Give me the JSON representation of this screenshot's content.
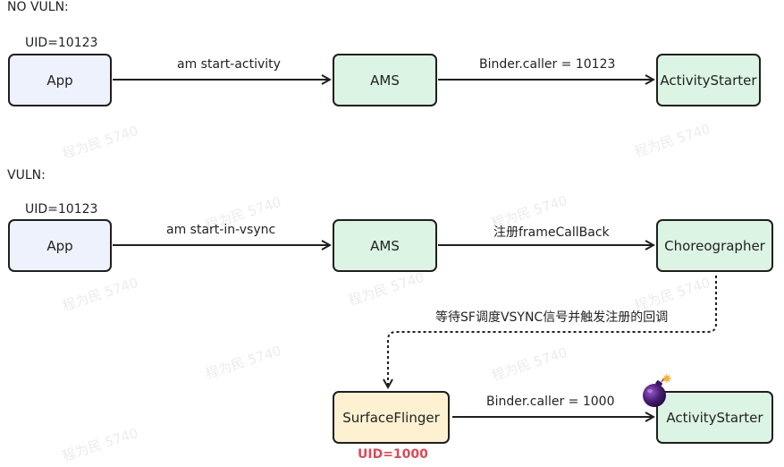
{
  "watermark": "程为民 5740",
  "no_vuln": {
    "heading": "NO VULN:",
    "uid": "UID=10123",
    "app": "App",
    "arrow1": "am start-activity",
    "ams": "AMS",
    "arrow2": "Binder.caller = 10123",
    "starter": "ActivityStarter"
  },
  "vuln": {
    "heading": "VULN:",
    "uid": "UID=10123",
    "app": "App",
    "arrow1": "am start-in-vsync",
    "ams": "AMS",
    "arrow2": "注册frameCallBack",
    "choreographer": "Choreographer",
    "dotted_label": "等待SF调度VSYNC信号并触发注册的回调",
    "surfaceflinger": "SurfaceFlinger",
    "sf_uid": "UID=1000",
    "arrow3": "Binder.caller = 1000",
    "starter": "ActivityStarter",
    "bomb_icon": "bomb-icon",
    "colors": {
      "app": "#eef2fc",
      "green": "#dcf4e3",
      "yellow": "#fdf1d2",
      "uid_red": "#d94a57"
    }
  }
}
